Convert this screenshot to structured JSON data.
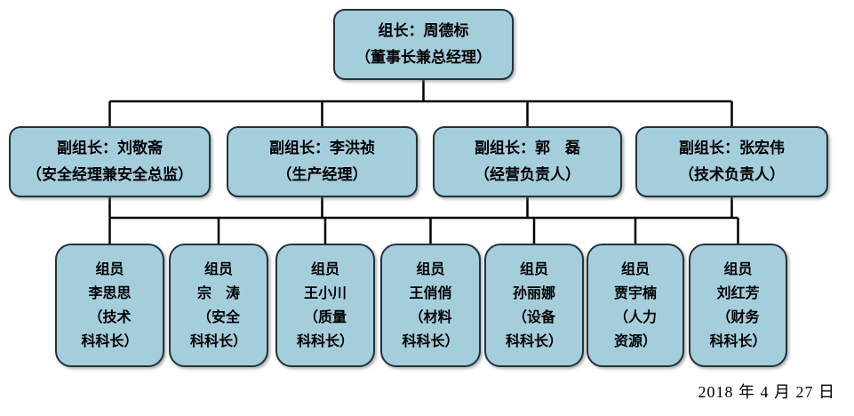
{
  "diagram": {
    "type": "org-chart",
    "root": {
      "line1": "组长：周德标",
      "line2": "（董事长兼总经理）"
    },
    "deputies": [
      {
        "line1": "副组长：刘敬斋",
        "line2": "（安全经理兼安全总监）"
      },
      {
        "line1": "副组长：李洪祯",
        "line2": "（生产经理）"
      },
      {
        "line1": "副组长：郭　磊",
        "line2": "（经营负责人）"
      },
      {
        "line1": "副组长：张宏伟",
        "line2": "（技术负责人）"
      }
    ],
    "members": [
      {
        "line1": "组员",
        "line2": "李思思",
        "line3": "（技术",
        "line4": "科科长）"
      },
      {
        "line1": "组员",
        "line2": "宗　涛",
        "line3": "（安全",
        "line4": "科科长）"
      },
      {
        "line1": "组员",
        "line2": "王小川",
        "line3": "（质量",
        "line4": "科科长）"
      },
      {
        "line1": "组员",
        "line2": "王俏俏",
        "line3": "（材料",
        "line4": "科科长）"
      },
      {
        "line1": "组员",
        "line2": "孙丽娜",
        "line3": "（设备",
        "line4": "科科长）"
      },
      {
        "line1": "组员",
        "line2": "贾宇楠",
        "line3": "（人力",
        "line4": "资源）"
      },
      {
        "line1": "组员",
        "line2": "刘红芳",
        "line3": "（财务",
        "line4": "科科长）"
      }
    ],
    "date": "2018 年 4 月 27 日",
    "colors": {
      "box_fill": "#a5cedd",
      "box_border": "#22333b",
      "connector": "#000000",
      "text": "#000000"
    }
  }
}
